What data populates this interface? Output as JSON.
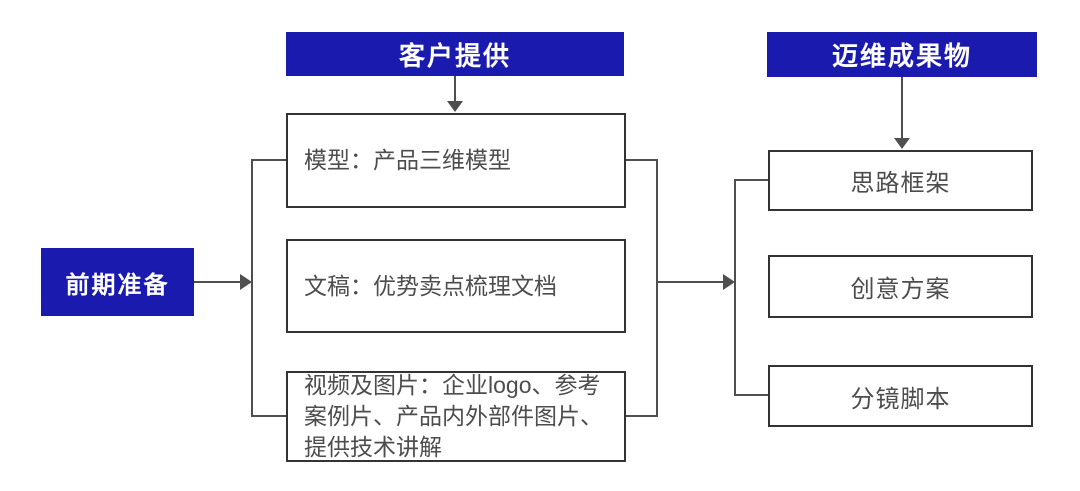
{
  "diagram": {
    "prep": {
      "label": "前期准备"
    },
    "client": {
      "header": "客户提供",
      "items": [
        "模型：产品三维模型",
        "文稿：优势卖点梳理文档",
        "视频及图片：企业logo、参考案例片、产品内外部件图片、提供技术讲解"
      ]
    },
    "deliverables": {
      "header": "迈维成果物",
      "items": [
        "思路框架",
        "创意方案",
        "分镜脚本"
      ]
    }
  },
  "colors": {
    "accent_blue": "#1a1aae",
    "header_text": "#ffffff",
    "box_border": "#333333",
    "connector": "#4f4f4f",
    "box_text": "#4d4d4d",
    "background": "#ffffff"
  }
}
